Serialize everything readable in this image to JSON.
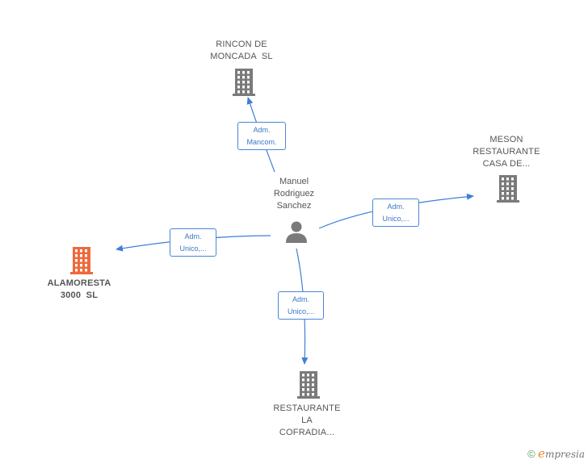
{
  "center": {
    "name_lines": [
      "Manuel",
      "Rodriguez",
      "Sanchez"
    ],
    "icon": "person-icon"
  },
  "companies": {
    "rincon": {
      "lines": [
        "RINCON DE",
        "MONCADA  SL"
      ],
      "icon": "building-icon",
      "color": "#7a7a7a"
    },
    "meson": {
      "lines": [
        "MESON",
        "RESTAURANTE",
        "CASA DE..."
      ],
      "icon": "building-icon",
      "color": "#7a7a7a"
    },
    "alamoresta": {
      "lines": [
        "ALAMORESTA",
        "3000  SL"
      ],
      "icon": "building-icon",
      "color": "#ee6a3a"
    },
    "restaurante": {
      "lines": [
        "RESTAURANTE",
        "LA",
        "COFRADIA..."
      ],
      "icon": "building-icon",
      "color": "#7a7a7a"
    }
  },
  "edges": {
    "rincon": {
      "lines": [
        "Adm.",
        "Mancom."
      ]
    },
    "meson": {
      "lines": [
        "Adm.",
        "Unico,..."
      ]
    },
    "alamoresta": {
      "lines": [
        "Adm.",
        "Unico,..."
      ]
    },
    "restaurante": {
      "lines": [
        "Adm.",
        "Unico,..."
      ]
    }
  },
  "colors": {
    "edge": "#3f7fd6",
    "person": "#7a7a7a"
  },
  "footer": {
    "copyright": "©",
    "brand_first": "e",
    "brand_rest": "mpresia"
  }
}
